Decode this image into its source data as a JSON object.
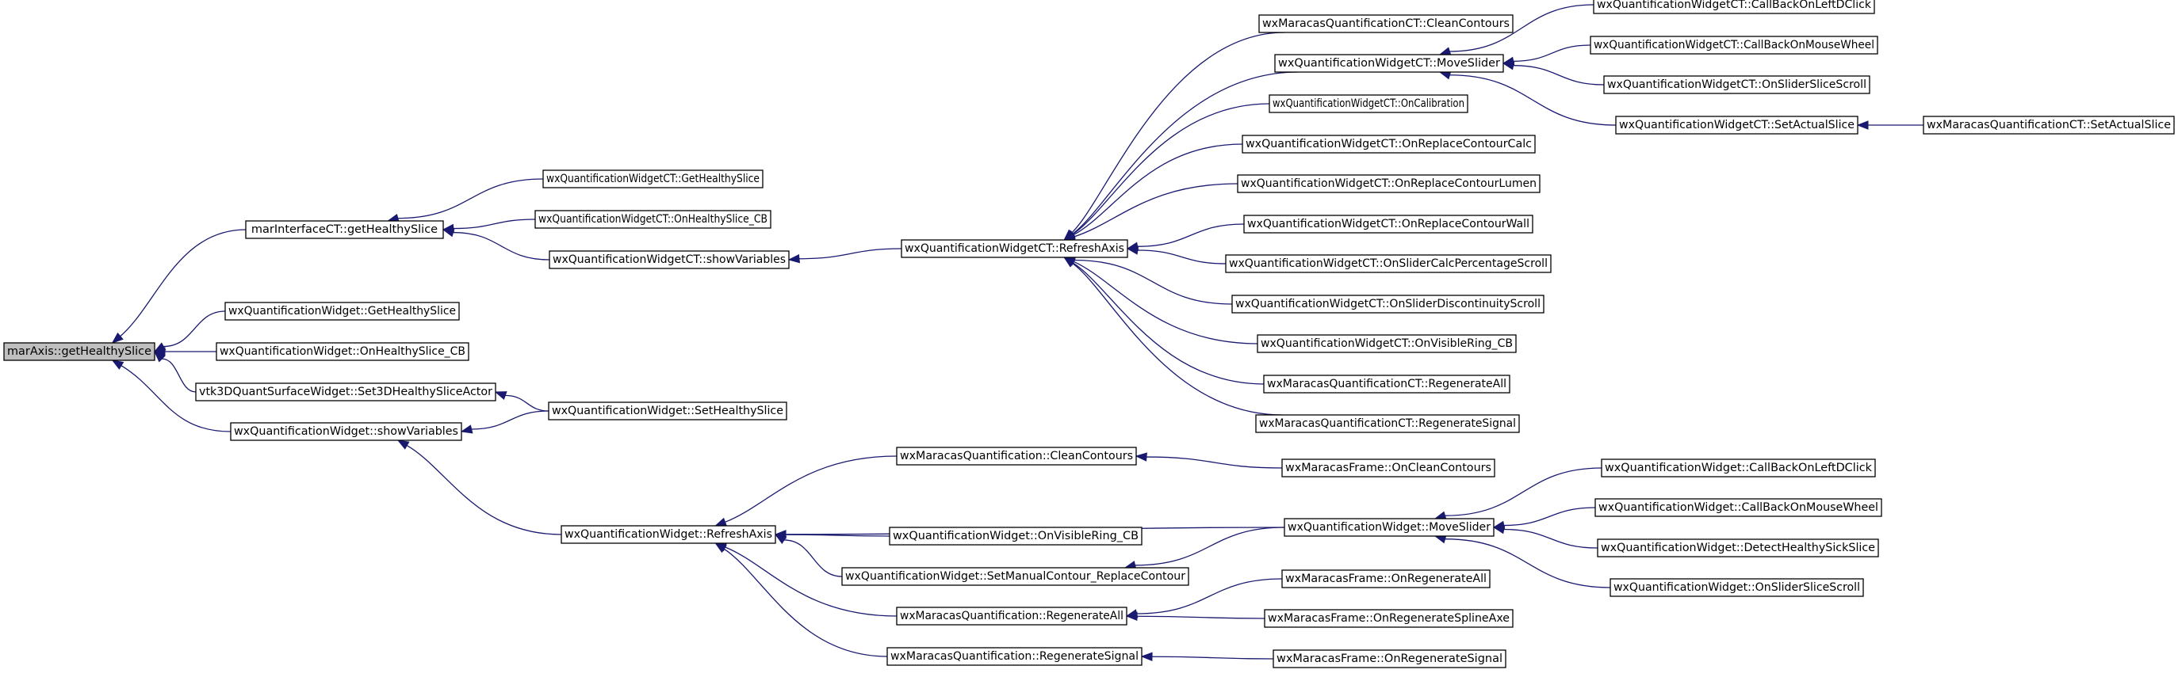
{
  "diagram": {
    "type": "call-graph",
    "root": "n0",
    "colors": {
      "edge": "#191970",
      "node_border": "#000000",
      "root_fill": "#bfbfbf",
      "node_fill": "#ffffff"
    },
    "nodes": [
      {
        "id": "n0",
        "label": "marAxis::getHealthySlice"
      },
      {
        "id": "n1",
        "label": "marInterfaceCT::getHealthySlice"
      },
      {
        "id": "n2",
        "label": "wxQuantificationWidget::GetHealthySlice"
      },
      {
        "id": "n3",
        "label": "wxQuantificationWidget::OnHealthySlice_CB"
      },
      {
        "id": "n4",
        "label": "vtk3DQuantSurfaceWidget::Set3DHealthySliceActor"
      },
      {
        "id": "n5",
        "label": "wxQuantificationWidget::showVariables"
      },
      {
        "id": "n6",
        "label": "wxQuantificationWidgetCT::GetHealthySlice"
      },
      {
        "id": "n7",
        "label": "wxQuantificationWidgetCT::OnHealthySlice_CB"
      },
      {
        "id": "n8",
        "label": "wxQuantificationWidgetCT::showVariables"
      },
      {
        "id": "n9",
        "label": "wxQuantificationWidget::SetHealthySlice"
      },
      {
        "id": "n10",
        "label": "wxQuantificationWidget::RefreshAxis"
      },
      {
        "id": "n11",
        "label": "wxQuantificationWidgetCT::RefreshAxis"
      },
      {
        "id": "n12",
        "label": "wxMaracasQuantificationCT::CleanContours"
      },
      {
        "id": "n13",
        "label": "wxQuantificationWidgetCT::MoveSlider"
      },
      {
        "id": "n14",
        "label": "wxQuantificationWidgetCT::OnCalibration"
      },
      {
        "id": "n15",
        "label": "wxQuantificationWidgetCT::OnReplaceContourCalc"
      },
      {
        "id": "n16",
        "label": "wxQuantificationWidgetCT::OnReplaceContourLumen"
      },
      {
        "id": "n17",
        "label": "wxQuantificationWidgetCT::OnReplaceContourWall"
      },
      {
        "id": "n18",
        "label": "wxQuantificationWidgetCT::OnSliderCalcPercentageScroll"
      },
      {
        "id": "n19",
        "label": "wxQuantificationWidgetCT::OnSliderDiscontinuityScroll"
      },
      {
        "id": "n20",
        "label": "wxQuantificationWidgetCT::OnVisibleRing_CB"
      },
      {
        "id": "n21",
        "label": "wxMaracasQuantificationCT::RegenerateAll"
      },
      {
        "id": "n22",
        "label": "wxMaracasQuantificationCT::RegenerateSignal"
      },
      {
        "id": "n23",
        "label": "wxQuantificationWidgetCT::CallBackOnLeftDClick"
      },
      {
        "id": "n24",
        "label": "wxQuantificationWidgetCT::CallBackOnMouseWheel"
      },
      {
        "id": "n25",
        "label": "wxQuantificationWidgetCT::OnSliderSliceScroll"
      },
      {
        "id": "n26",
        "label": "wxQuantificationWidgetCT::SetActualSlice"
      },
      {
        "id": "n27",
        "label": "wxMaracasQuantificationCT::SetActualSlice"
      },
      {
        "id": "n28",
        "label": "wxMaracasQuantification::CleanContours"
      },
      {
        "id": "n29",
        "label": "wxQuantificationWidget::OnVisibleRing_CB"
      },
      {
        "id": "n30",
        "label": "wxQuantificationWidget::SetManualContour_ReplaceContour"
      },
      {
        "id": "n31",
        "label": "wxMaracasQuantification::RegenerateAll"
      },
      {
        "id": "n32",
        "label": "wxMaracasQuantification::RegenerateSignal"
      },
      {
        "id": "n33",
        "label": "wxMaracasFrame::OnCleanContours"
      },
      {
        "id": "n34",
        "label": "wxQuantificationWidget::MoveSlider"
      },
      {
        "id": "n35",
        "label": "wxMaracasFrame::OnRegenerateAll"
      },
      {
        "id": "n36",
        "label": "wxMaracasFrame::OnRegenerateSplineAxe"
      },
      {
        "id": "n37",
        "label": "wxMaracasFrame::OnRegenerateSignal"
      },
      {
        "id": "n38",
        "label": "wxQuantificationWidget::CallBackOnLeftDClick"
      },
      {
        "id": "n39",
        "label": "wxQuantificationWidget::CallBackOnMouseWheel"
      },
      {
        "id": "n40",
        "label": "wxQuantificationWidget::DetectHealthySickSlice"
      },
      {
        "id": "n41",
        "label": "wxQuantificationWidget::OnSliderSliceScroll"
      }
    ],
    "edges": [
      {
        "from": "n1",
        "to": "n0"
      },
      {
        "from": "n2",
        "to": "n0"
      },
      {
        "from": "n3",
        "to": "n0"
      },
      {
        "from": "n4",
        "to": "n0"
      },
      {
        "from": "n5",
        "to": "n0"
      },
      {
        "from": "n6",
        "to": "n1"
      },
      {
        "from": "n7",
        "to": "n1"
      },
      {
        "from": "n8",
        "to": "n1"
      },
      {
        "from": "n11",
        "to": "n8"
      },
      {
        "from": "n9",
        "to": "n4"
      },
      {
        "from": "n9",
        "to": "n5"
      },
      {
        "from": "n10",
        "to": "n5"
      },
      {
        "from": "n12",
        "to": "n11"
      },
      {
        "from": "n13",
        "to": "n11"
      },
      {
        "from": "n14",
        "to": "n11"
      },
      {
        "from": "n15",
        "to": "n11"
      },
      {
        "from": "n16",
        "to": "n11"
      },
      {
        "from": "n17",
        "to": "n11"
      },
      {
        "from": "n18",
        "to": "n11"
      },
      {
        "from": "n19",
        "to": "n11"
      },
      {
        "from": "n20",
        "to": "n11"
      },
      {
        "from": "n21",
        "to": "n11"
      },
      {
        "from": "n22",
        "to": "n11"
      },
      {
        "from": "n23",
        "to": "n13"
      },
      {
        "from": "n24",
        "to": "n13"
      },
      {
        "from": "n25",
        "to": "n13"
      },
      {
        "from": "n26",
        "to": "n13"
      },
      {
        "from": "n27",
        "to": "n26"
      },
      {
        "from": "n28",
        "to": "n10"
      },
      {
        "from": "n34",
        "to": "n10"
      },
      {
        "from": "n29",
        "to": "n10"
      },
      {
        "from": "n30",
        "to": "n10"
      },
      {
        "from": "n31",
        "to": "n10"
      },
      {
        "from": "n32",
        "to": "n10"
      },
      {
        "from": "n33",
        "to": "n28"
      },
      {
        "from": "n34",
        "to": "n30"
      },
      {
        "from": "n35",
        "to": "n31"
      },
      {
        "from": "n36",
        "to": "n31"
      },
      {
        "from": "n37",
        "to": "n32"
      },
      {
        "from": "n38",
        "to": "n34"
      },
      {
        "from": "n39",
        "to": "n34"
      },
      {
        "from": "n40",
        "to": "n34"
      },
      {
        "from": "n41",
        "to": "n34"
      }
    ]
  }
}
